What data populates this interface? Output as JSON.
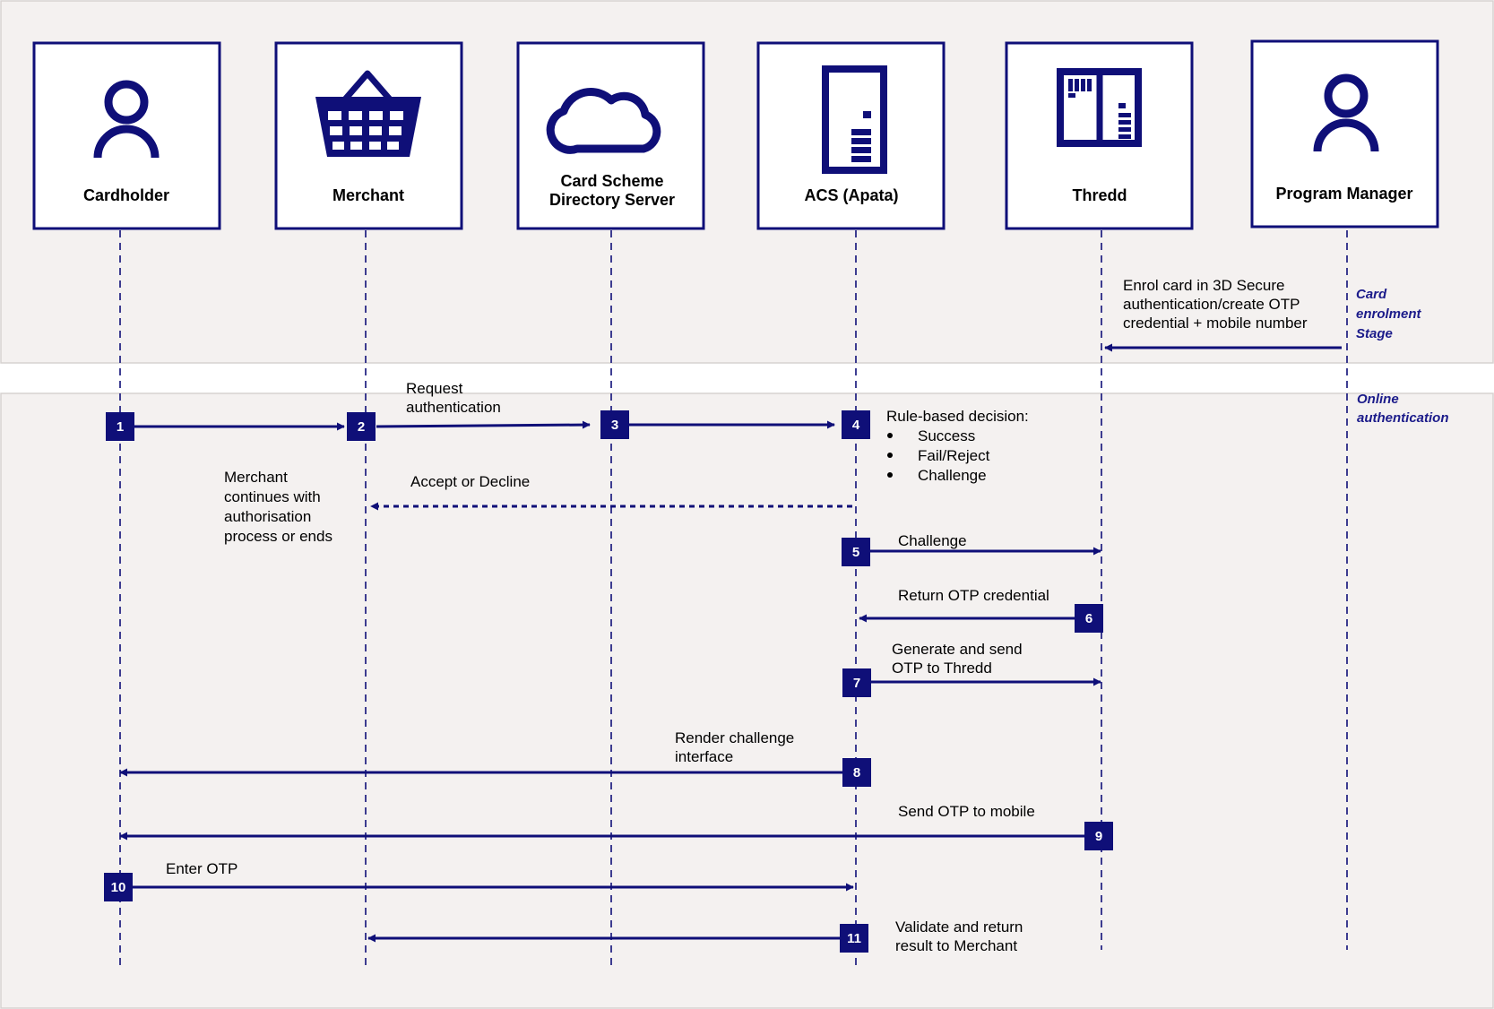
{
  "colors": {
    "navy": "#0f0f78",
    "stage_text": "#1b1b8a",
    "band_fill": "#f4f1f0",
    "band_border": "#d6d2d0",
    "box_fill": "#ffffff"
  },
  "actors": [
    {
      "id": "cardholder",
      "label_lines": [
        "Cardholder"
      ],
      "icon": "person-icon"
    },
    {
      "id": "merchant",
      "label_lines": [
        "Merchant"
      ],
      "icon": "shopping-basket-icon"
    },
    {
      "id": "directory",
      "label_lines": [
        "Card Scheme",
        "Directory Server"
      ],
      "icon": "cloud-icon"
    },
    {
      "id": "acs",
      "label_lines": [
        "ACS (Apata)"
      ],
      "icon": "server-tower-icon"
    },
    {
      "id": "thredd",
      "label_lines": [
        "Thredd"
      ],
      "icon": "server-rack-icon"
    },
    {
      "id": "program_manager",
      "label_lines": [
        "Program Manager"
      ],
      "icon": "person-icon"
    }
  ],
  "stages": [
    {
      "id": "enrolment",
      "label_lines": [
        "Card",
        "enrolment",
        "Stage"
      ]
    },
    {
      "id": "online",
      "label_lines": [
        "Online",
        "authentication"
      ]
    }
  ],
  "enrolment_message": {
    "from": "program_manager",
    "to": "thredd",
    "lines": [
      "Enrol card in 3D Secure",
      "authentication/create OTP",
      "credential + mobile number"
    ]
  },
  "messages": [
    {
      "from": "cardholder",
      "to": "merchant",
      "step_badges": [
        "1",
        "2"
      ],
      "lines": []
    },
    {
      "from": "merchant",
      "to": "directory",
      "step_badges": [
        "3"
      ],
      "lines": [
        "Request",
        "authentication"
      ]
    },
    {
      "from": "directory",
      "to": "acs",
      "step_badges": [
        "4"
      ],
      "lines": []
    },
    {
      "from": "acs",
      "to": "merchant",
      "dashed": true,
      "step_badges": [],
      "lines": [
        "Accept or Decline"
      ]
    },
    {
      "from": "acs",
      "to": "thredd",
      "step_badges": [
        "5"
      ],
      "lines": [
        "Challenge"
      ]
    },
    {
      "from": "thredd",
      "to": "acs",
      "step_badges": [
        "6"
      ],
      "lines": [
        "Return OTP credential"
      ]
    },
    {
      "from": "acs",
      "to": "thredd",
      "step_badges": [
        "7"
      ],
      "lines": [
        "Generate and send",
        "OTP to Thredd"
      ]
    },
    {
      "from": "acs",
      "to": "cardholder",
      "step_badges": [
        "8"
      ],
      "lines": [
        "Render challenge",
        "interface"
      ]
    },
    {
      "from": "thredd",
      "to": "cardholder",
      "step_badges": [
        "9"
      ],
      "lines": [
        "Send OTP to mobile"
      ]
    },
    {
      "from": "cardholder",
      "to": "acs",
      "step_badges": [
        "10"
      ],
      "lines": [
        "Enter OTP"
      ]
    },
    {
      "from": "acs",
      "to": "merchant",
      "step_badges": [
        "11"
      ],
      "lines": [
        "Validate and return",
        "result to Merchant"
      ]
    }
  ],
  "notes": {
    "rule_decision": {
      "title": "Rule-based decision:",
      "bullets": [
        "Success",
        "Fail/Reject",
        "Challenge"
      ]
    },
    "merchant_continues": {
      "lines": [
        "Merchant",
        "continues with",
        "authorisation",
        "process or ends"
      ]
    }
  }
}
